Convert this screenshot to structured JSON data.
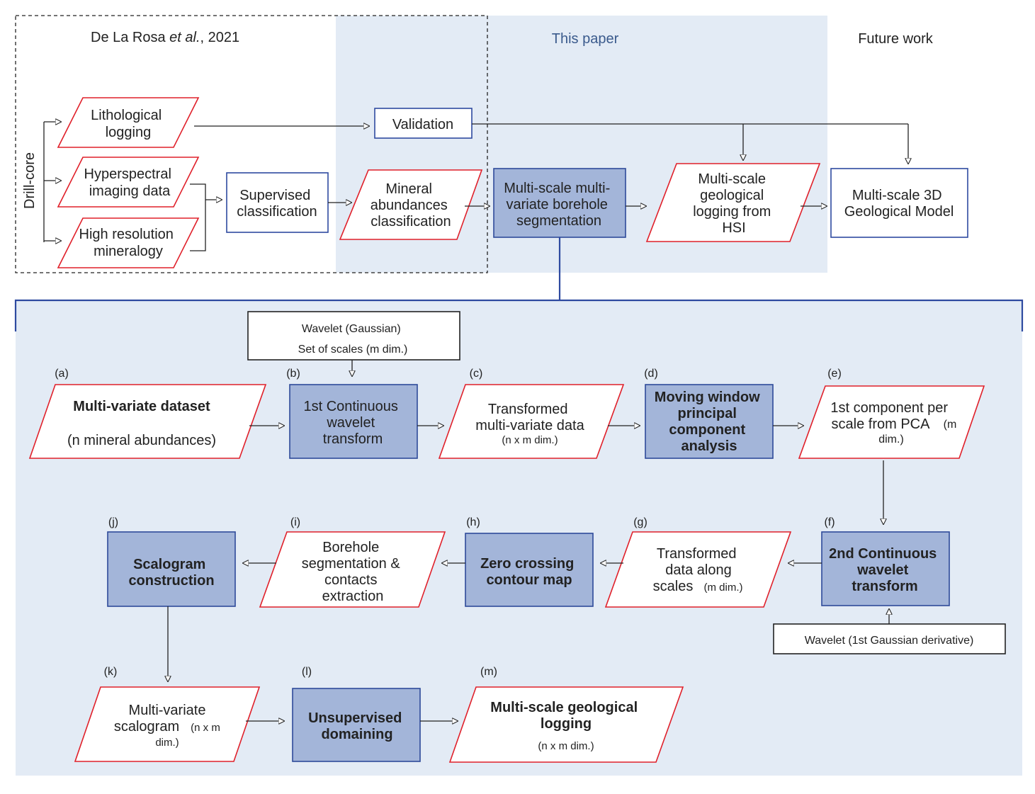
{
  "header": {
    "left_prefix": "De La Rosa ",
    "left_italic": "et al.",
    "left_suffix": ", 2021",
    "center": "This paper",
    "right": "Future work"
  },
  "side_label": "Drill-core",
  "top_nodes": {
    "lithological": [
      "Lithological",
      "logging"
    ],
    "hyperspectral": [
      "Hyperspectral",
      "imaging data"
    ],
    "high_res": [
      "High resolution",
      "mineralogy"
    ],
    "supervised": [
      "Supervised",
      "classification"
    ],
    "validation": "Validation",
    "mineral_abundances": [
      "Mineral",
      "abundances",
      "classification"
    ],
    "segmentation": [
      "Multi-scale multi-",
      "variate borehole",
      "segmentation"
    ],
    "multiscale_logging_hsi": [
      "Multi-scale",
      "geological",
      "logging from",
      "HSI"
    ],
    "geological_model": [
      "Multi-scale 3D",
      "Geological Model"
    ]
  },
  "workflow": {
    "input_box_1": [
      "Wavelet (Gaussian)",
      "Set of scales (m dim.)"
    ],
    "input_box_2": "Wavelet (1st Gaussian derivative)",
    "steps": {
      "a": {
        "tag": "(a)",
        "lines": [
          "Multi-variate dataset",
          "(n mineral abundances)"
        ]
      },
      "b": {
        "tag": "(b)",
        "lines": [
          "1st Continuous",
          "wavelet",
          "transform"
        ]
      },
      "c": {
        "tag": "(c)",
        "lines": [
          "Transformed",
          "multi-variate data",
          "(n x m dim.)"
        ]
      },
      "d": {
        "tag": "(d)",
        "lines": [
          "Moving window",
          "principal",
          "component",
          "analysis"
        ]
      },
      "e": {
        "tag": "(e)",
        "lines": [
          "1st component per",
          "scale from PCA",
          "(m",
          "dim.)"
        ]
      },
      "f": {
        "tag": "(f)",
        "lines": [
          "2nd Continuous",
          "wavelet",
          "transform"
        ]
      },
      "g": {
        "tag": "(g)",
        "lines": [
          "Transformed",
          "data along",
          "scales",
          "(m dim.)"
        ]
      },
      "h": {
        "tag": "(h)",
        "lines": [
          "Zero crossing",
          "contour map"
        ]
      },
      "i": {
        "tag": "(i)",
        "lines": [
          "Borehole",
          "segmentation &",
          "contacts",
          "extraction"
        ]
      },
      "j": {
        "tag": "(j)",
        "lines": [
          "Scalogram",
          "construction"
        ]
      },
      "k": {
        "tag": "(k)",
        "lines": [
          "Multi-variate",
          "scalogram",
          "(n x m",
          "dim.)"
        ]
      },
      "l": {
        "tag": "(l)",
        "lines": [
          "Unsupervised",
          "domaining"
        ]
      },
      "m": {
        "tag": "(m)",
        "lines": [
          "Multi-scale geological",
          "logging",
          "(n x m dim.)"
        ]
      }
    }
  },
  "colors": {
    "panel_bg": "#e3ebf5",
    "process_fill": "#a3b5d9",
    "process_stroke": "#2e4a9a",
    "data_stroke": "#e0202a",
    "box_stroke": "#2e4aa0",
    "this_paper_text": "#3a5a8c",
    "frame_blue": "#2e4aa0"
  }
}
